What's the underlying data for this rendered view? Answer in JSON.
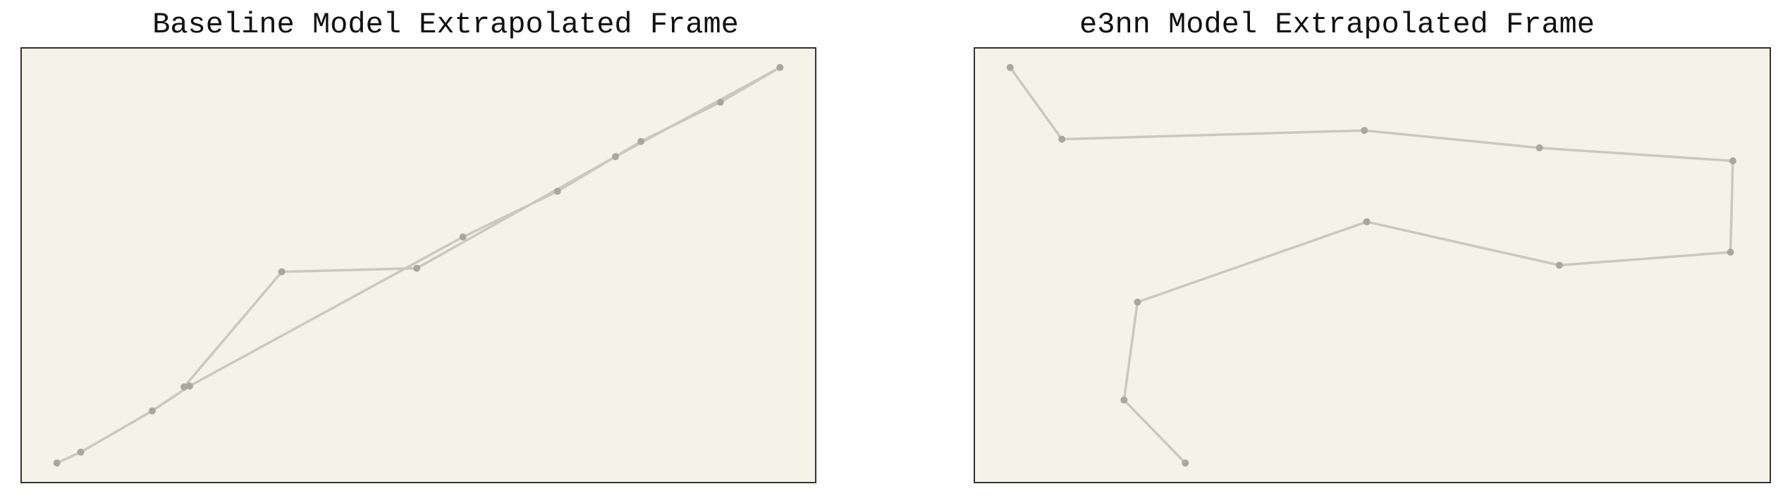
{
  "colors": {
    "background": "#f3f3e8",
    "frame": "#333333",
    "line": "#c9c9bd",
    "point": "#a8a89c"
  },
  "chart_data": [
    {
      "type": "line",
      "title": "Baseline Model Extrapolated Frame",
      "xlabel": "",
      "ylabel": "",
      "grid": false,
      "xlim": [
        0,
        100
      ],
      "ylim": [
        0,
        100
      ],
      "series": [
        {
          "x": [
            4.5,
            7.5,
            16.5,
            20.5,
            21.2,
            32.8,
            49.8,
            55.6,
            67.5,
            74.8,
            78.0,
            88.0,
            95.5
          ],
          "y": [
            4.5,
            7.0,
            16.5,
            22.0,
            22.2,
            48.5,
            49.3,
            56.5,
            67.0,
            75.0,
            78.5,
            87.5,
            95.5
          ]
        }
      ],
      "path_order": [
        0,
        1,
        2,
        4,
        7,
        8,
        10,
        11,
        12,
        9,
        6,
        5,
        3
      ]
    },
    {
      "type": "line",
      "title": "e3nn Model Extrapolated Frame",
      "xlabel": "",
      "ylabel": "",
      "grid": false,
      "xlim": [
        0,
        100
      ],
      "ylim": [
        0,
        100
      ],
      "series": [
        {
          "x": [
            26.5,
            18.8,
            20.5,
            49.3,
            73.5,
            95.0,
            95.3,
            71.0,
            49.0,
            11.0,
            4.5
          ],
          "y": [
            4.5,
            19.0,
            41.5,
            60.0,
            50.0,
            53.0,
            74.0,
            77.0,
            81.0,
            79.0,
            95.5
          ]
        }
      ]
    }
  ]
}
